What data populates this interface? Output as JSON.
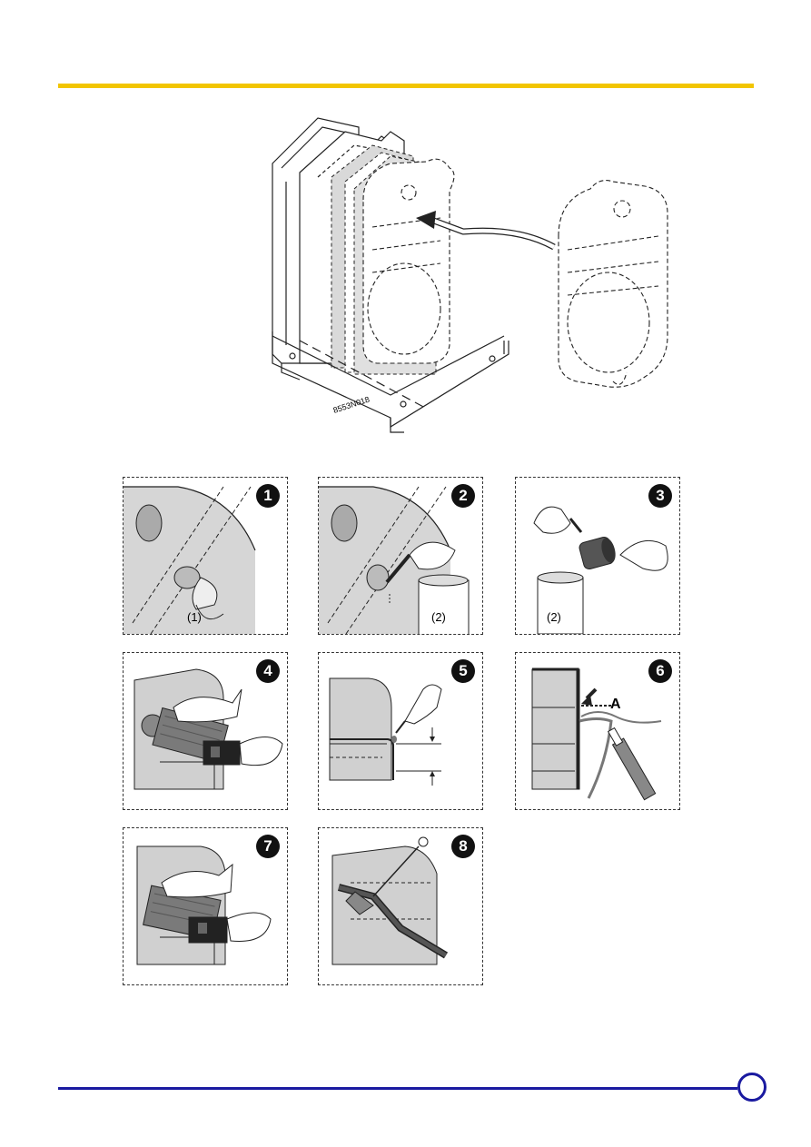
{
  "figure": {
    "code": "8553N018"
  },
  "steps": [
    {
      "number": "1",
      "caption": "(1)"
    },
    {
      "number": "2",
      "caption": "(2)"
    },
    {
      "number": "3",
      "caption": "(2)"
    },
    {
      "number": "4",
      "caption": ""
    },
    {
      "number": "5",
      "caption": ""
    },
    {
      "number": "6",
      "caption": "",
      "marker": "A"
    },
    {
      "number": "7",
      "caption": ""
    },
    {
      "number": "8",
      "caption": ""
    }
  ],
  "colors": {
    "header_rule": "#f2c500",
    "footer_rule": "#1a1aa0"
  }
}
